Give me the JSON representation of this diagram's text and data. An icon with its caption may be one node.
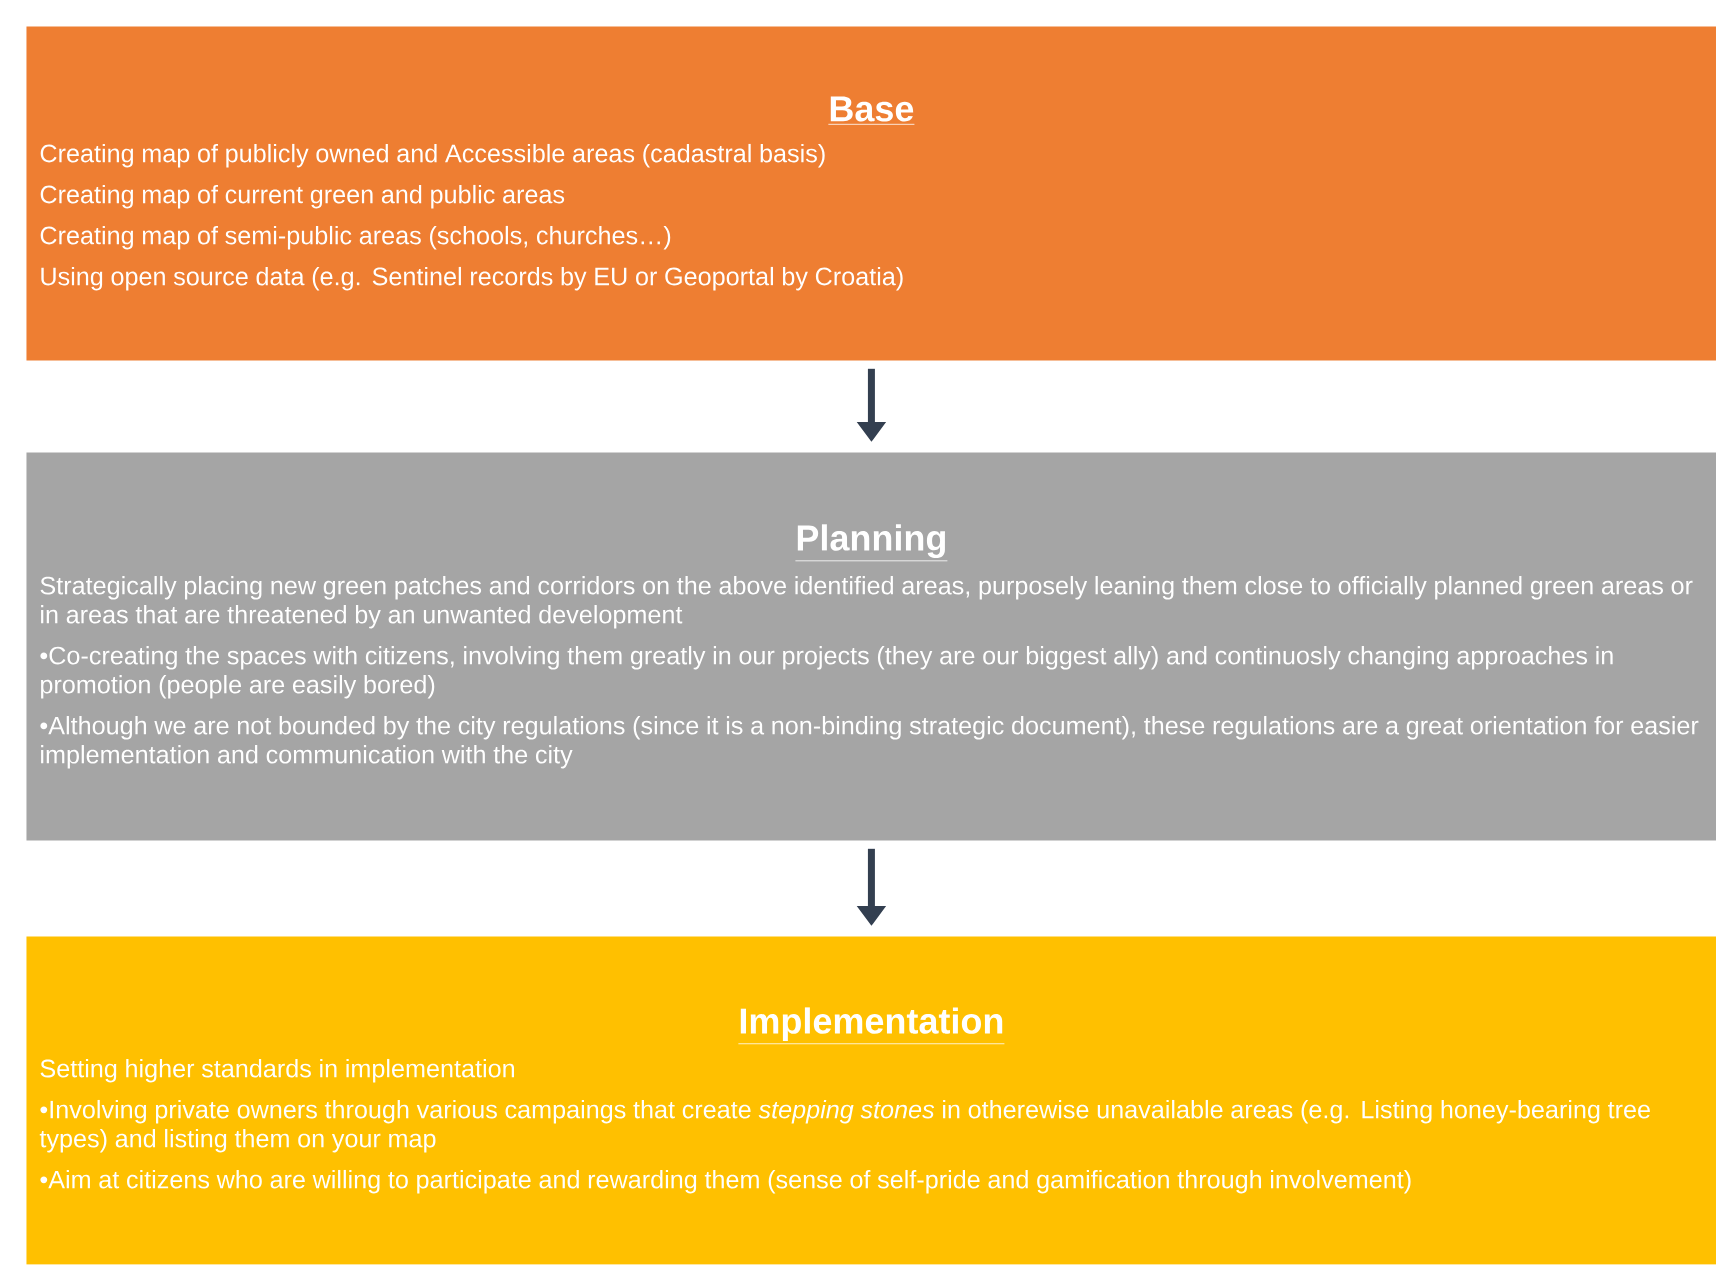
{
  "diagram": {
    "nodes": [
      {
        "text": [
          "Base",
          "Creating  map of publicly owned and Accessible areas (cadastral basis)",
          "Creating  map of current green and public areas",
          "Creating  map of semi-public areas (schools, churches…)",
          "Using open source data (e.g. Sentinel records by EU or Geoportal by Croatia)"
        ]
      },
      {
        "text": [
          "Planning",
          "Strategically placing new green patches and corridors on the above identified areas, purposely leaning them close to officially planned green areas or in areas that are threatened by an unwanted development",
          "•Co-creating the spaces with citizens, involving them greatly in our projects (they are our biggest ally) and continuosly changing approaches in promotion (people are easily bored)",
          "•Although we are not bounded by the city regulations (since it is a non-binding strategic document), these regulations are a great orientation for easier implementation and communication with the city"
        ]
      },
      {
        "text": [
          "Implementation",
          "Setting higher standards in implementation",
          "•Involving private owners through various campaings that create *stepping stones* in otherewise unavailable areas (e.g. Listing honey-bearing tree types) and listing them on your map",
          "•Aim at citizens who are willing to participate and rewarding them (sense of self-pride and gamification through involvement)"
        ]
      }
    ],
    "edges": [
      {
        "from": 0,
        "to": 1,
        "arrow": "to"
      },
      {
        "from": 1,
        "to": 2,
        "arrow": "to"
      }
    ]
  }
}
